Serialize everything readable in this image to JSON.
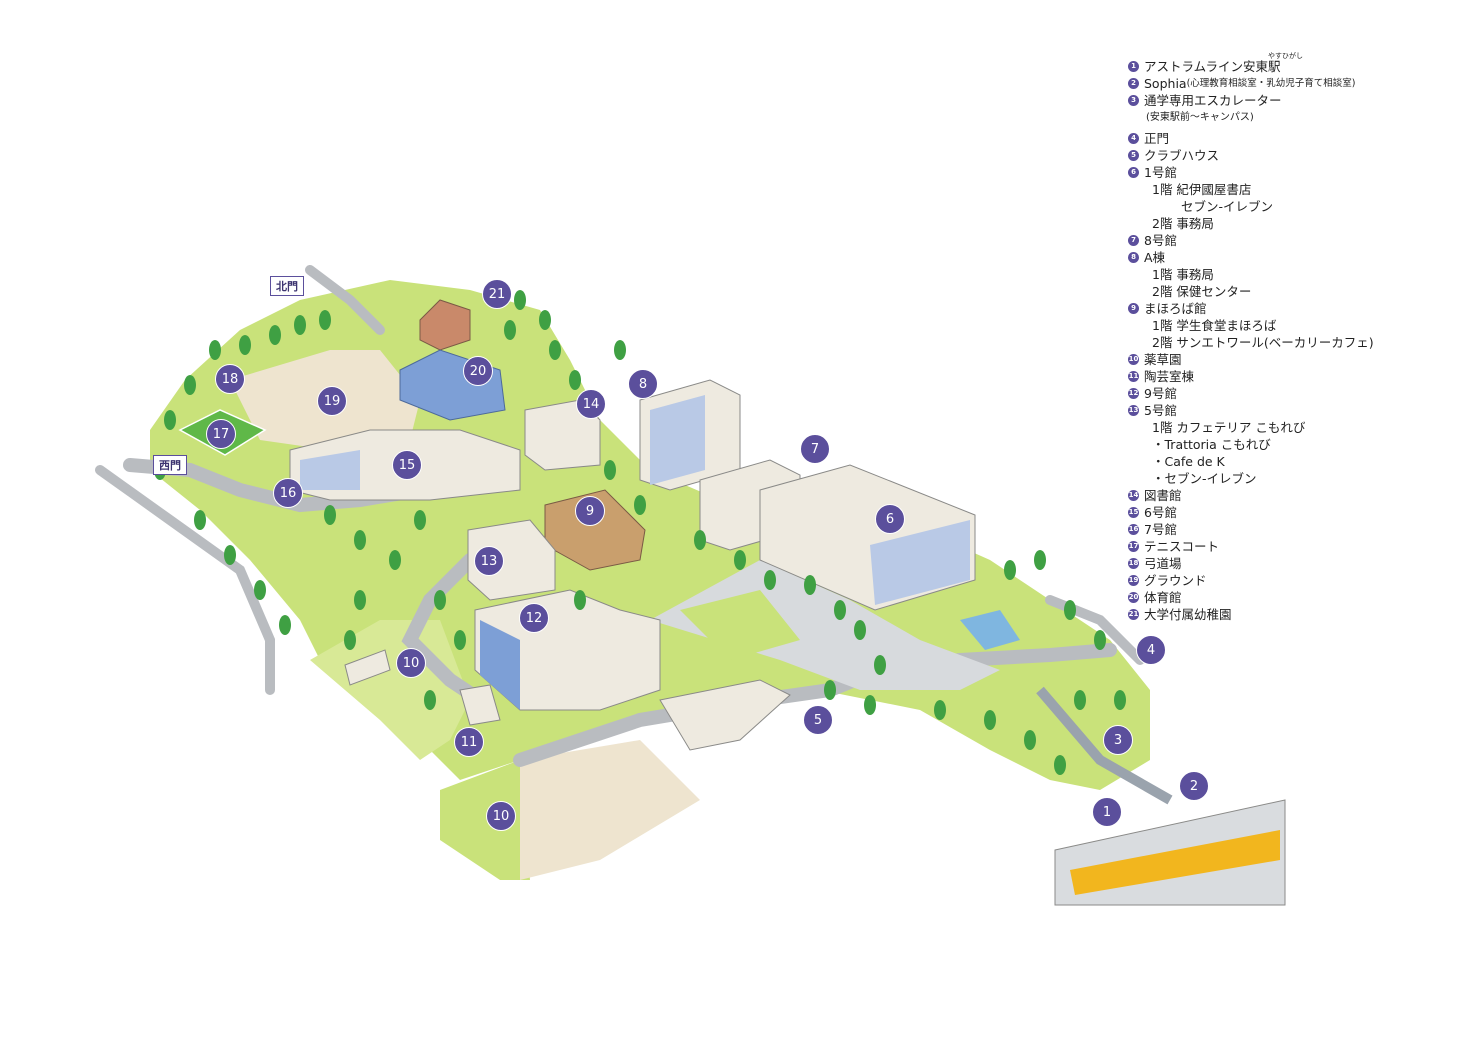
{
  "legend": {
    "furigana": "やすひがし",
    "items": [
      {
        "num": "1",
        "label": "アストラムライン安東駅"
      },
      {
        "num": "2",
        "label": "Sophia",
        "note": "(心理教育相談室・乳幼児子育て相談室)"
      },
      {
        "num": "3",
        "label": "通学専用エスカレーター",
        "sub": [
          "(安東駅前～キャンパス)"
        ]
      },
      {
        "num": "4",
        "label": "正門"
      },
      {
        "num": "5",
        "label": "クラブハウス"
      },
      {
        "num": "6",
        "label": "1号館",
        "sub": [
          "1階 紀伊國屋書店",
          "　　 セブン-イレブン",
          "2階 事務局"
        ]
      },
      {
        "num": "7",
        "label": "8号館"
      },
      {
        "num": "8",
        "label": "A棟",
        "sub": [
          "1階 事務局",
          "2階 保健センター"
        ]
      },
      {
        "num": "9",
        "label": "まほろば館",
        "sub": [
          "1階 学生食堂まほろば",
          "2階 サンエトワール(ベーカリーカフェ)"
        ]
      },
      {
        "num": "10",
        "label": "薬草園"
      },
      {
        "num": "11",
        "label": "陶芸室棟"
      },
      {
        "num": "12",
        "label": "9号館"
      },
      {
        "num": "13",
        "label": "5号館",
        "sub": [
          "1階 カフェテリア こもれび",
          "・Trattoria こもれび",
          "・Cafe de K",
          "・セブン-イレブン"
        ]
      },
      {
        "num": "14",
        "label": "図書館"
      },
      {
        "num": "15",
        "label": "6号館"
      },
      {
        "num": "16",
        "label": "7号館"
      },
      {
        "num": "17",
        "label": "テニスコート"
      },
      {
        "num": "18",
        "label": "弓道場"
      },
      {
        "num": "19",
        "label": "グラウンド"
      },
      {
        "num": "20",
        "label": "体育館"
      },
      {
        "num": "21",
        "label": "大学付属幼稚園"
      }
    ]
  },
  "gates": {
    "north": "北門",
    "west": "西門"
  },
  "markers": [
    {
      "id": "1",
      "label": "1"
    },
    {
      "id": "2",
      "label": "2"
    },
    {
      "id": "3",
      "label": "3"
    },
    {
      "id": "4",
      "label": "4"
    },
    {
      "id": "5",
      "label": "5"
    },
    {
      "id": "6",
      "label": "6"
    },
    {
      "id": "7",
      "label": "7"
    },
    {
      "id": "8",
      "label": "8"
    },
    {
      "id": "9",
      "label": "9"
    },
    {
      "id": "10a",
      "label": "10"
    },
    {
      "id": "10b",
      "label": "10"
    },
    {
      "id": "11",
      "label": "11"
    },
    {
      "id": "12",
      "label": "12"
    },
    {
      "id": "13",
      "label": "13"
    },
    {
      "id": "14",
      "label": "14"
    },
    {
      "id": "15",
      "label": "15"
    },
    {
      "id": "16",
      "label": "16"
    },
    {
      "id": "17",
      "label": "17"
    },
    {
      "id": "18",
      "label": "18"
    },
    {
      "id": "19",
      "label": "19"
    },
    {
      "id": "20",
      "label": "20"
    },
    {
      "id": "21",
      "label": "21"
    }
  ],
  "colors": {
    "marker": "#5b4f9c",
    "grass": "#c9e27a",
    "grass_light": "#e3efa6",
    "road": "#b9bcc0",
    "ground": "#eee4cf",
    "building_blue": "#7d9fd6",
    "building_light": "#eeeae0",
    "tree": "#3fa043",
    "train": "#f2b61e"
  }
}
